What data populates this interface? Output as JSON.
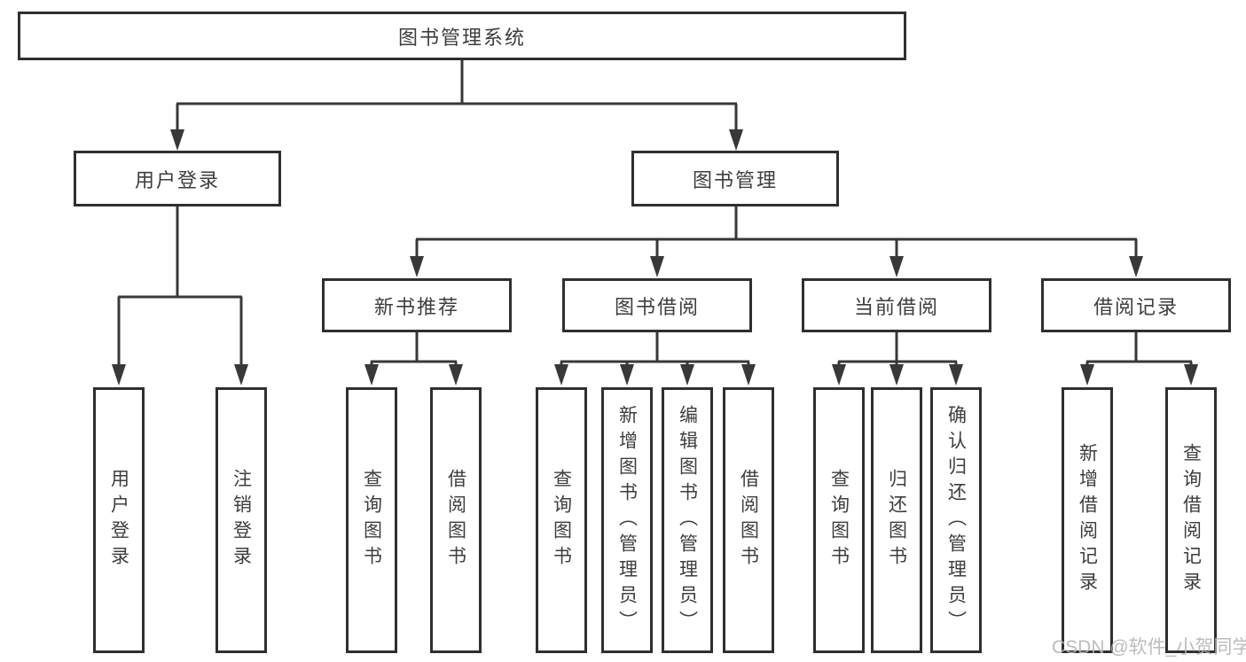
{
  "page": {
    "background": "#ffffff",
    "line_color": "#383838",
    "box_border_color": "#2f2f2f",
    "text_color": "#3d3d3d",
    "watermark_color": "#b5b5b5"
  },
  "watermark": {
    "text": "CSDN @软件_小贺同学"
  },
  "diagram": {
    "root": {
      "label": "图书管理系统"
    },
    "level2": [
      {
        "label": "用户登录"
      },
      {
        "label": "图书管理"
      }
    ],
    "level3": [
      {
        "label": "新书推荐",
        "parent": "图书管理"
      },
      {
        "label": "图书借阅",
        "parent": "图书管理"
      },
      {
        "label": "当前借阅",
        "parent": "图书管理"
      },
      {
        "label": "借阅记录",
        "parent": "图书管理"
      }
    ],
    "leaves": [
      {
        "label": "用户登录",
        "parent": "用户登录"
      },
      {
        "label": "注销登录",
        "parent": "用户登录"
      },
      {
        "label": "查询图书",
        "parent": "新书推荐"
      },
      {
        "label": "借阅图书",
        "parent": "新书推荐"
      },
      {
        "label": "查询图书",
        "parent": "图书借阅"
      },
      {
        "label": "新增图书（管理员）",
        "parent": "图书借阅"
      },
      {
        "label": "编辑图书（管理员）",
        "parent": "图书借阅"
      },
      {
        "label": "借阅图书",
        "parent": "图书借阅"
      },
      {
        "label": "查询图书",
        "parent": "当前借阅"
      },
      {
        "label": "归还图书",
        "parent": "当前借阅"
      },
      {
        "label": "确认归还（管理员）",
        "parent": "当前借阅"
      },
      {
        "label": "新增借阅记录",
        "parent": "借阅记录"
      },
      {
        "label": "查询借阅记录",
        "parent": "借阅记录"
      }
    ]
  }
}
